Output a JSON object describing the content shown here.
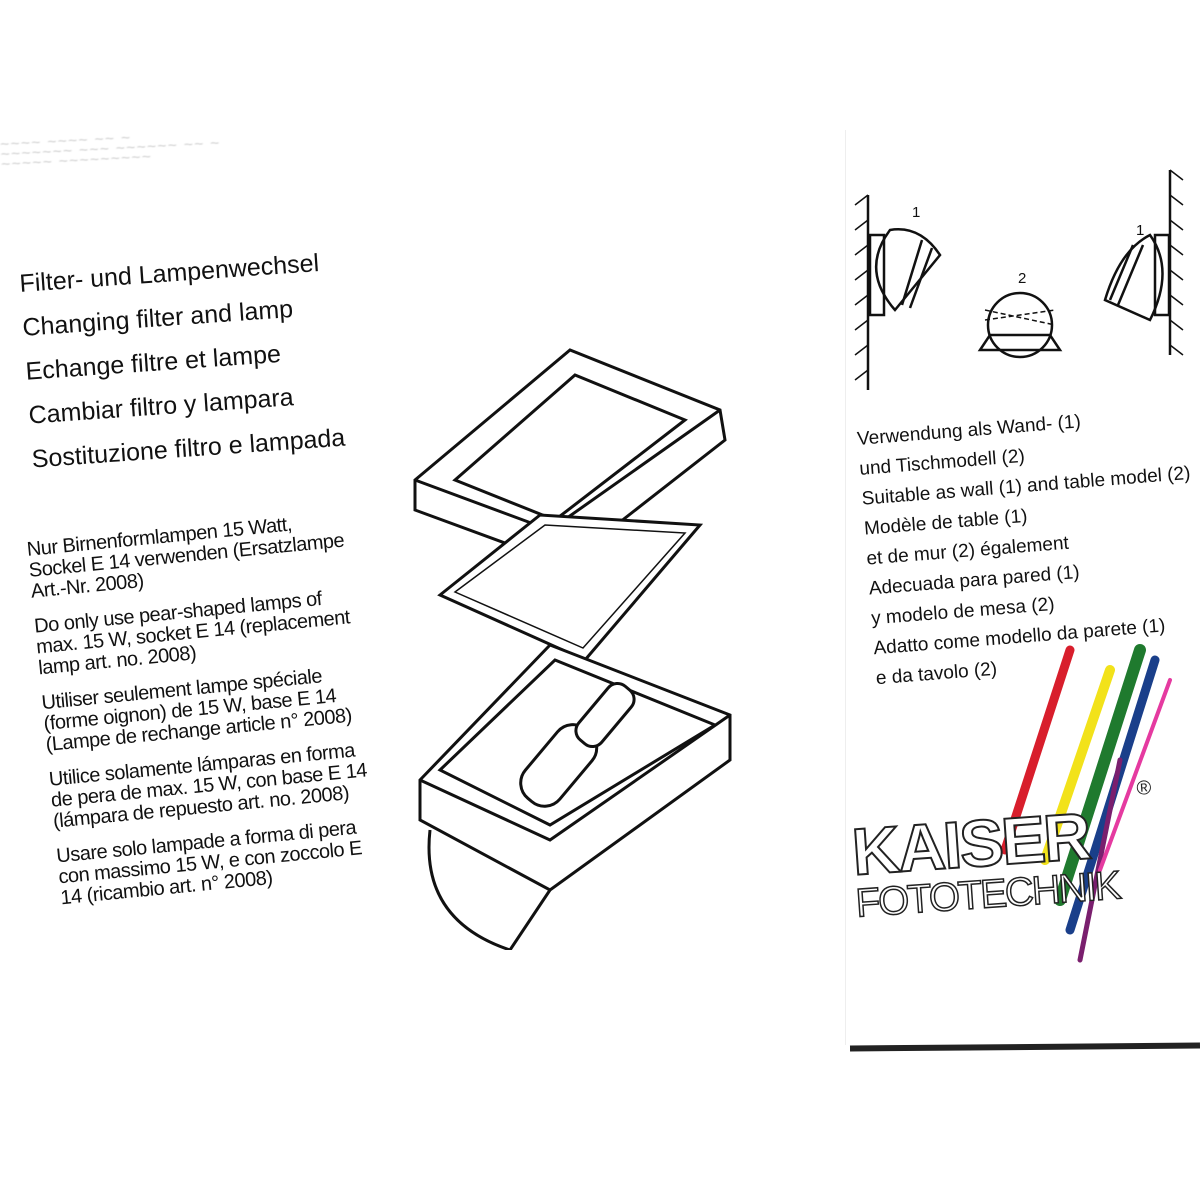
{
  "heading_lines": [
    "Filter- und Lampenwechsel",
    "Changing filter and lamp",
    "Echange filtre et lampe",
    "Cambiar filtro y lampara",
    "Sostituzione filtro e lampada"
  ],
  "instructions": [
    "Nur Birnenformlampen 15 Watt, Sockel E 14 verwenden (Ersatzlampe Art.-Nr. 2008)",
    "Do only use pear-shaped lamps of max. 15 W, socket E 14 (replacement lamp art. no. 2008)",
    "Utiliser seulement lampe spéciale (forme oignon) de 15 W, base E 14 (Lampe de rechange article n° 2008)",
    "Utilice solamente lámparas en forma de pera de max. 15 W, con base E 14 (lámpara de repuesto art. no. 2008)",
    "Usare solo lampade a forma di pera con massimo 15 W, e con zoccolo E 14 (ricambio art. n° 2008)"
  ],
  "diagram_labels": {
    "wall_left": "1",
    "table": "2",
    "wall_right": "1"
  },
  "usage_lines": [
    "Verwendung als Wand- (1)",
    "und Tischmodell (2)",
    "Suitable as wall (1) and table model (2)",
    "Modèle de table (1)",
    "et de mur (2) également",
    "Adecuada para pared (1)",
    "y modelo de mesa (2)",
    "Adatto come modello da parete (1)",
    "e da tavolo (2)"
  ],
  "logo": {
    "brand": "KAISER",
    "sub": "FOTOTECHNIK",
    "registered": "®"
  },
  "colors": {
    "text": "#111111",
    "background": "#ffffff",
    "brush": [
      "#d81e2c",
      "#f2e21a",
      "#1f7a2e",
      "#1a3f8a",
      "#7a1f6e",
      "#e53aa0"
    ]
  }
}
